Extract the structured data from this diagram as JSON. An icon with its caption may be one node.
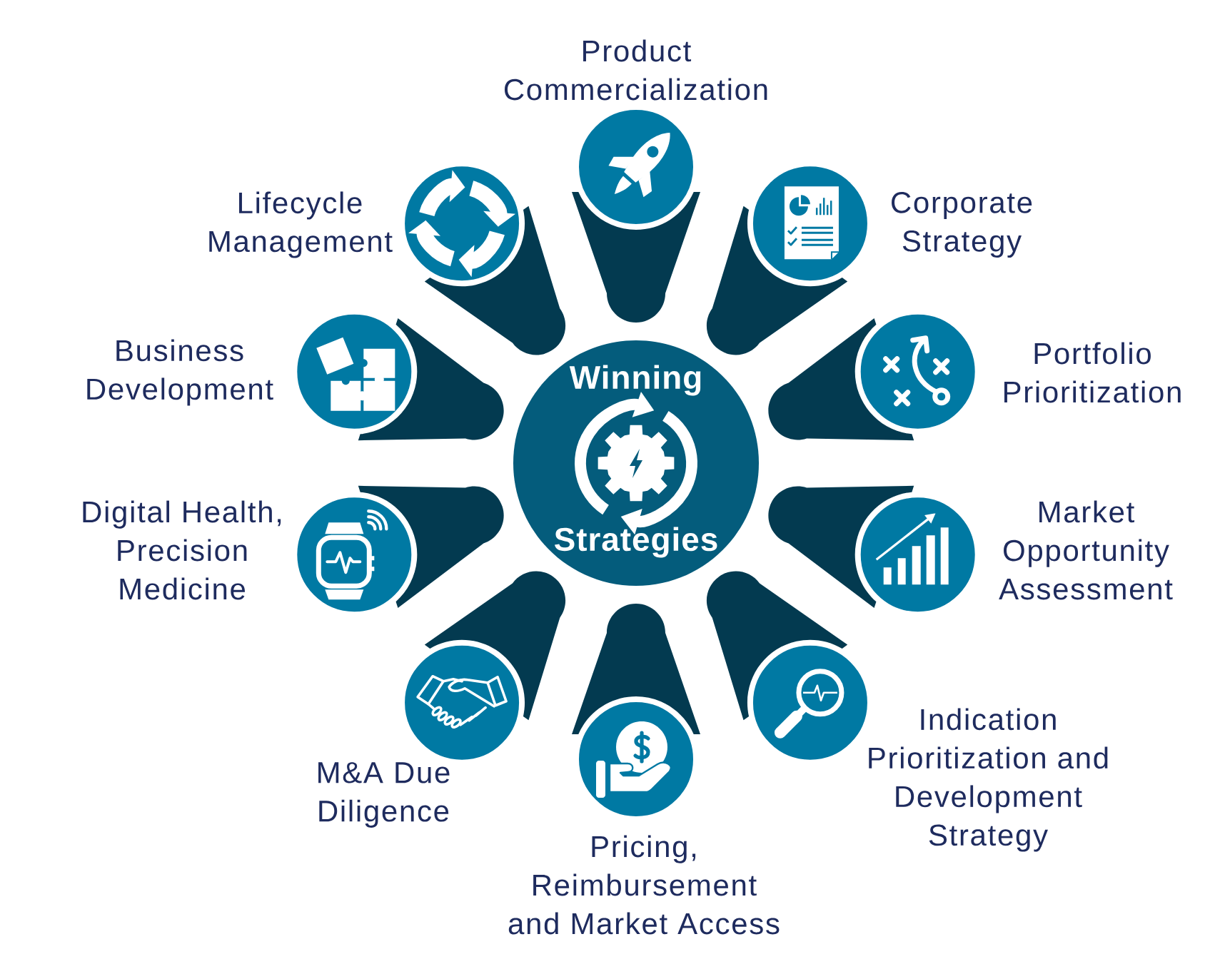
{
  "diagram": {
    "nodes": [
      {
        "text": [
          "Winning",
          "Strategies"
        ]
      },
      {
        "text": [
          "Product Commercialization"
        ]
      },
      {
        "text": [
          "Corporate Strategy"
        ]
      },
      {
        "text": [
          "Portfolio Prioritization"
        ]
      },
      {
        "text": [
          "Market Opportunity Assessment"
        ]
      },
      {
        "text": [
          "Indication Prioritization and Development Strategy"
        ]
      },
      {
        "text": [
          "Pricing, Reimbursement and Market Access"
        ]
      },
      {
        "text": [
          "M&A Due Diligence"
        ]
      },
      {
        "text": [
          "Digital Health, Precision Medicine"
        ]
      },
      {
        "text": [
          "Business Development"
        ]
      },
      {
        "text": [
          "Lifecycle Management"
        ]
      }
    ],
    "edges": [
      {
        "from": 0,
        "to": 1,
        "arrow": "none"
      },
      {
        "from": 0,
        "to": 2,
        "arrow": "none"
      },
      {
        "from": 0,
        "to": 3,
        "arrow": "none"
      },
      {
        "from": 0,
        "to": 4,
        "arrow": "none"
      },
      {
        "from": 0,
        "to": 5,
        "arrow": "none"
      },
      {
        "from": 0,
        "to": 6,
        "arrow": "none"
      },
      {
        "from": 0,
        "to": 7,
        "arrow": "none"
      },
      {
        "from": 0,
        "to": 8,
        "arrow": "none"
      },
      {
        "from": 0,
        "to": 9,
        "arrow": "none"
      },
      {
        "from": 0,
        "to": 10,
        "arrow": "none"
      }
    ]
  }
}
